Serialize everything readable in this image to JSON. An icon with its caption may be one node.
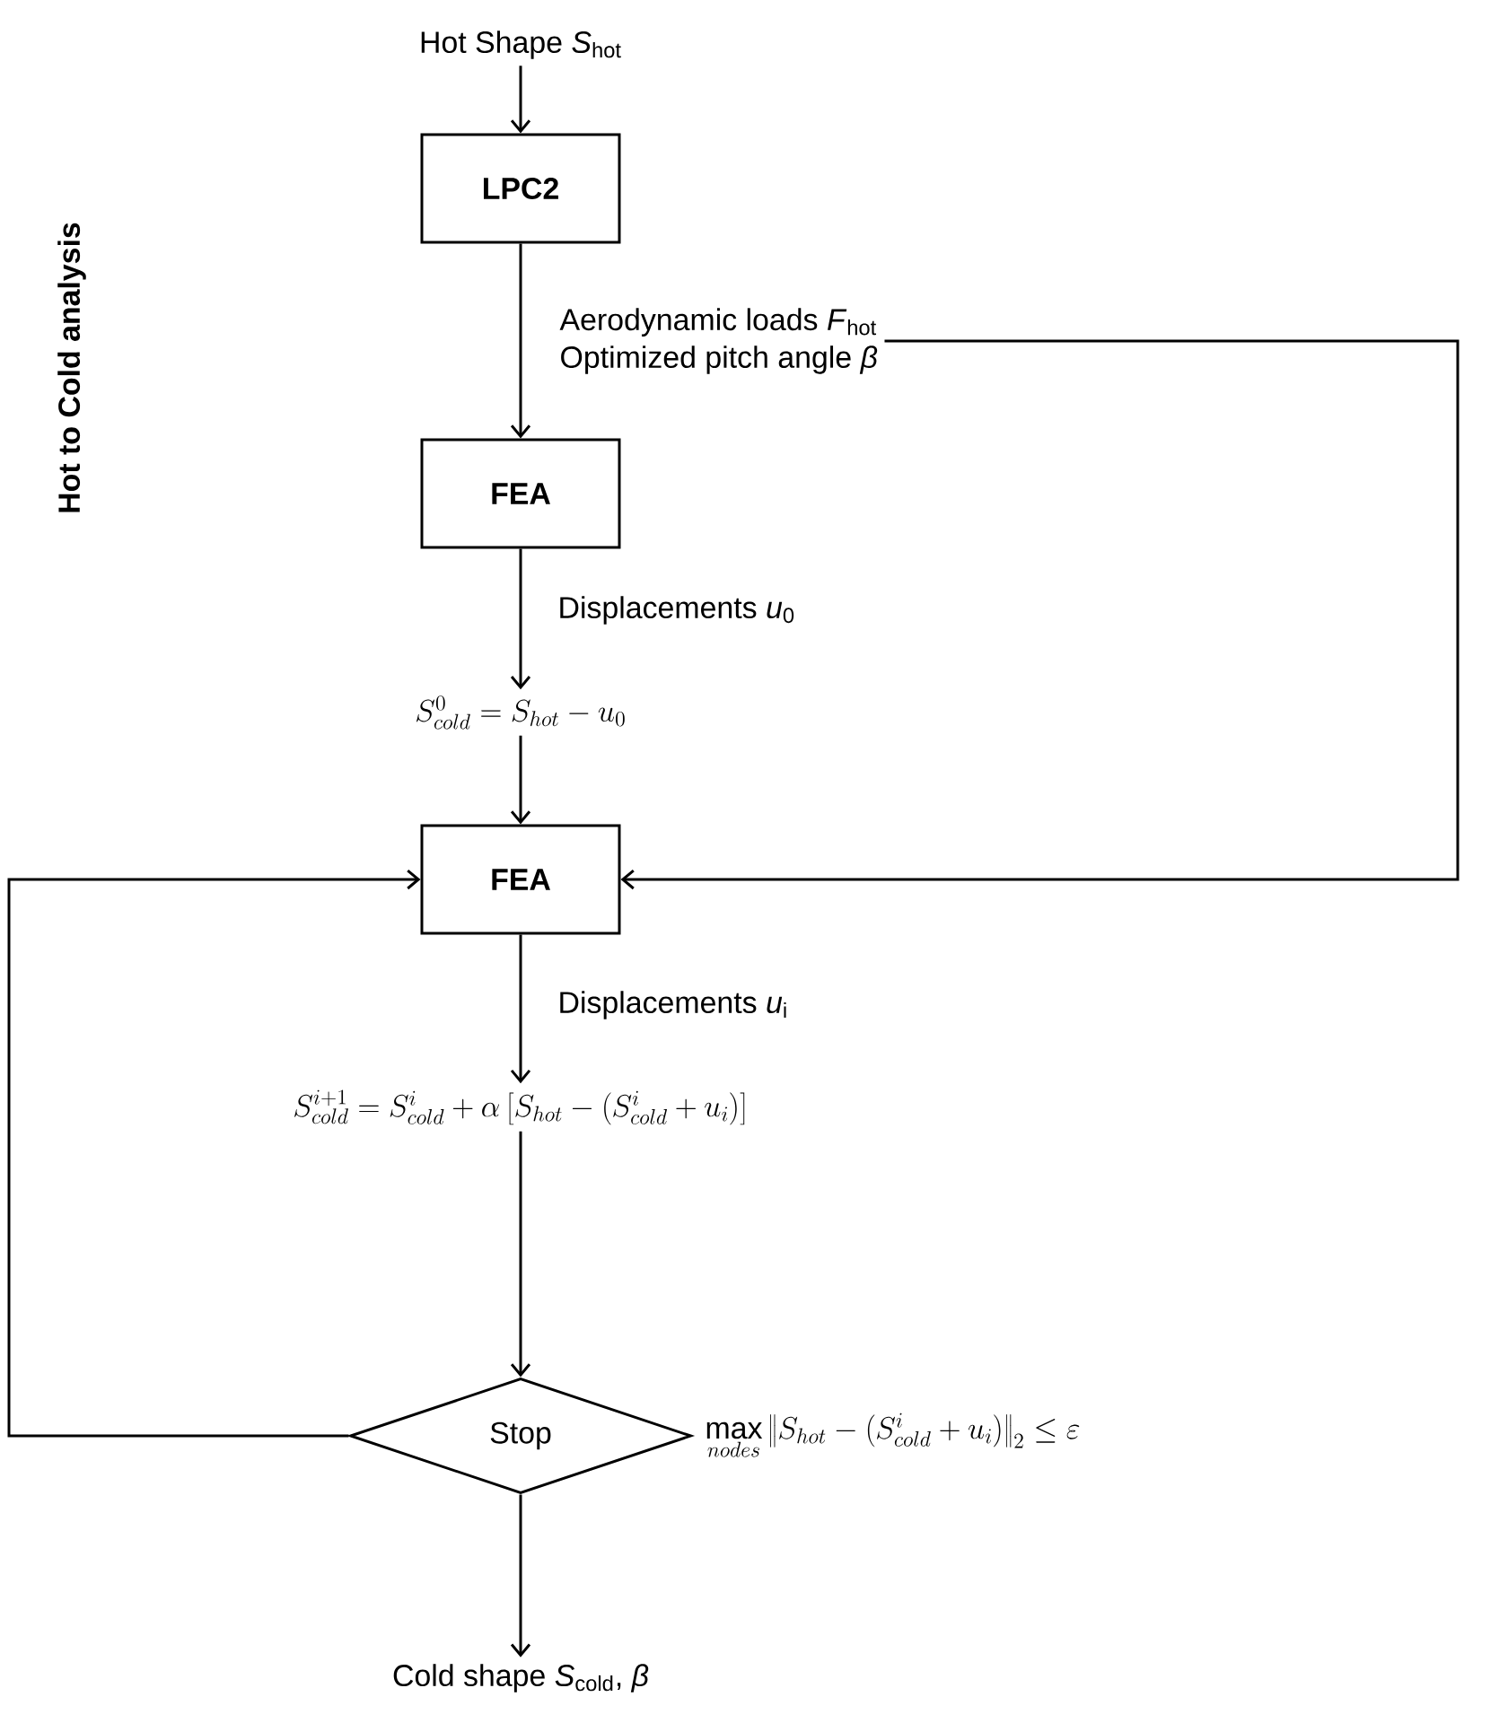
{
  "diagram": {
    "nodes": [
      {
        "text": [
          "Hot Shape *S*$_{hot}$"
        ]
      },
      {
        "text": [
          "LPC2"
        ]
      },
      {
        "text": [
          "Aerodynamic loads *F*$_{hot}$",
          "Optimized pitch angle *β*"
        ]
      },
      {
        "text": [
          "FEA"
        ]
      },
      {
        "text": [
          "S_{cold}^{0}=S_{hot}-u_0"
        ]
      },
      {
        "text": [
          "FEA"
        ]
      },
      {
        "text": [
          "S_{cold}^{i+1}=S_{cold}^{i}+\\alpha\\left[S_{hot}-\\left(S_{cold}^{i}+u_i\\right)\\right]"
        ]
      },
      {
        "text": [
          "Stop"
        ],
        "beside": [
          "\\max\\limits_{nodes}\\left\\|S_{hot}-\\left(S_{cold}^{i}+u_i\\right)\\right\\|_2\\leq\\varepsilon"
        ]
      },
      {
        "text": [
          "Cold shape *S*$_{cold}$, *β*"
        ]
      }
    ],
    "edges": [
      {
        "from": 0,
        "to": 1,
        "arrow": "to"
      },
      {
        "from": 1,
        "to": 3,
        "arrow": "to"
      },
      {
        "from": 2,
        "to": 5,
        "arrow": "to"
      },
      {
        "from": 3,
        "to": 4,
        "arrow": "to",
        "label": "Displacements *u*$_{0}$"
      },
      {
        "from": 4,
        "to": 5,
        "arrow": "to"
      },
      {
        "from": 5,
        "to": 6,
        "arrow": "to",
        "label": "Displacements *u*$_{i}$"
      },
      {
        "from": 6,
        "to": 7,
        "arrow": "to"
      },
      {
        "from": 7,
        "to": 8,
        "arrow": "to"
      },
      {
        "from": 7,
        "to": 5,
        "arrow": "to"
      }
    ],
    "labels": [
      "Hot to Cold analysis"
    ]
  }
}
